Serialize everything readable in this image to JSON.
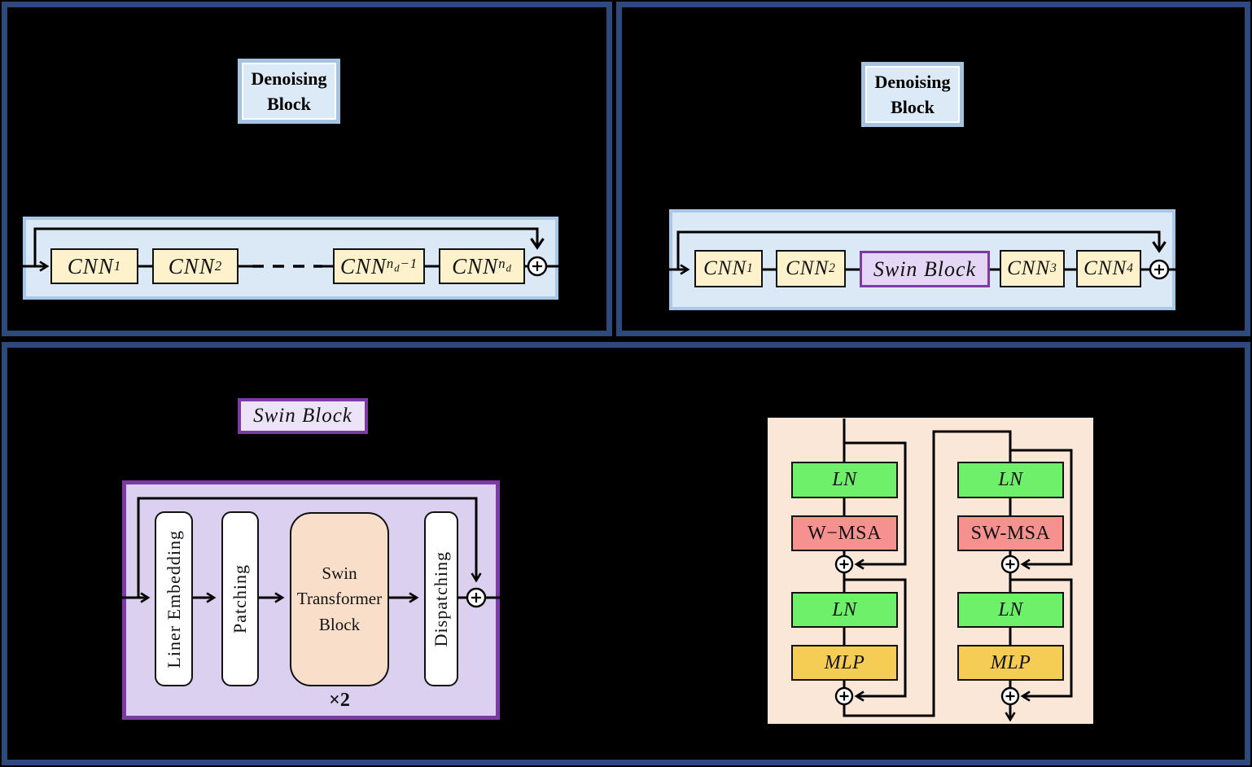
{
  "colors": {
    "canvas_bg": "#000000",
    "panel_border": "#2e4a7d",
    "label_fill": "#dce9f7",
    "label_border": "#a7c3e2",
    "blue_container_fill": "#dbe8f6",
    "blue_container_border": "#a9c8e8",
    "cnn_box_fill": "#fdf2cc",
    "purple_border": "#7b3aa4",
    "purple_container_fill": "#dcd0f1",
    "purple_label_fill": "#ece3f8",
    "swin_box_fill": "#e4d6f5",
    "peach_panel_fill": "#fbe7d8",
    "peach_box_fill": "#f9dfc9",
    "green_fill": "#6ef06a",
    "red_fill": "#f5918f",
    "yellow_fill": "#f6cd54",
    "line_color": "#000000",
    "text_color": "#111111"
  },
  "panel_top_left": {
    "label_line1": "Denoising",
    "label_line2": "Block",
    "boxes": [
      {
        "base": "CNN",
        "sub": "1"
      },
      {
        "base": "CNN",
        "sub": "2"
      },
      {
        "base": "CNN",
        "sub_main": "n",
        "sub_sub": "d",
        "sub_tail": "−1"
      },
      {
        "base": "CNN",
        "sub_main": "n",
        "sub_sub": "d"
      }
    ]
  },
  "panel_top_right": {
    "label_line1": "Denoising",
    "label_line2": "Block",
    "boxes": [
      {
        "base": "CNN",
        "sub": "1"
      },
      {
        "base": "CNN",
        "sub": "2"
      },
      {
        "base": "CNN",
        "sub": "3"
      },
      {
        "base": "CNN",
        "sub": "4"
      }
    ],
    "swin_box_label": "Swin Block"
  },
  "panel_bottom": {
    "swin_label": "Swin Block",
    "pipeline": {
      "stage1": "Liner Embedding",
      "stage2": "Patching",
      "stage3": "Swin Transformer Block",
      "stage4": "Dispatching",
      "multiplier": "×2"
    },
    "detail": {
      "left_column": {
        "b1": "LN",
        "b2": "W−MSA",
        "b3": "LN",
        "b4": "MLP"
      },
      "right_column": {
        "b1": "LN",
        "b2": "SW-MSA",
        "b3": "LN",
        "b4": "MLP"
      }
    }
  }
}
